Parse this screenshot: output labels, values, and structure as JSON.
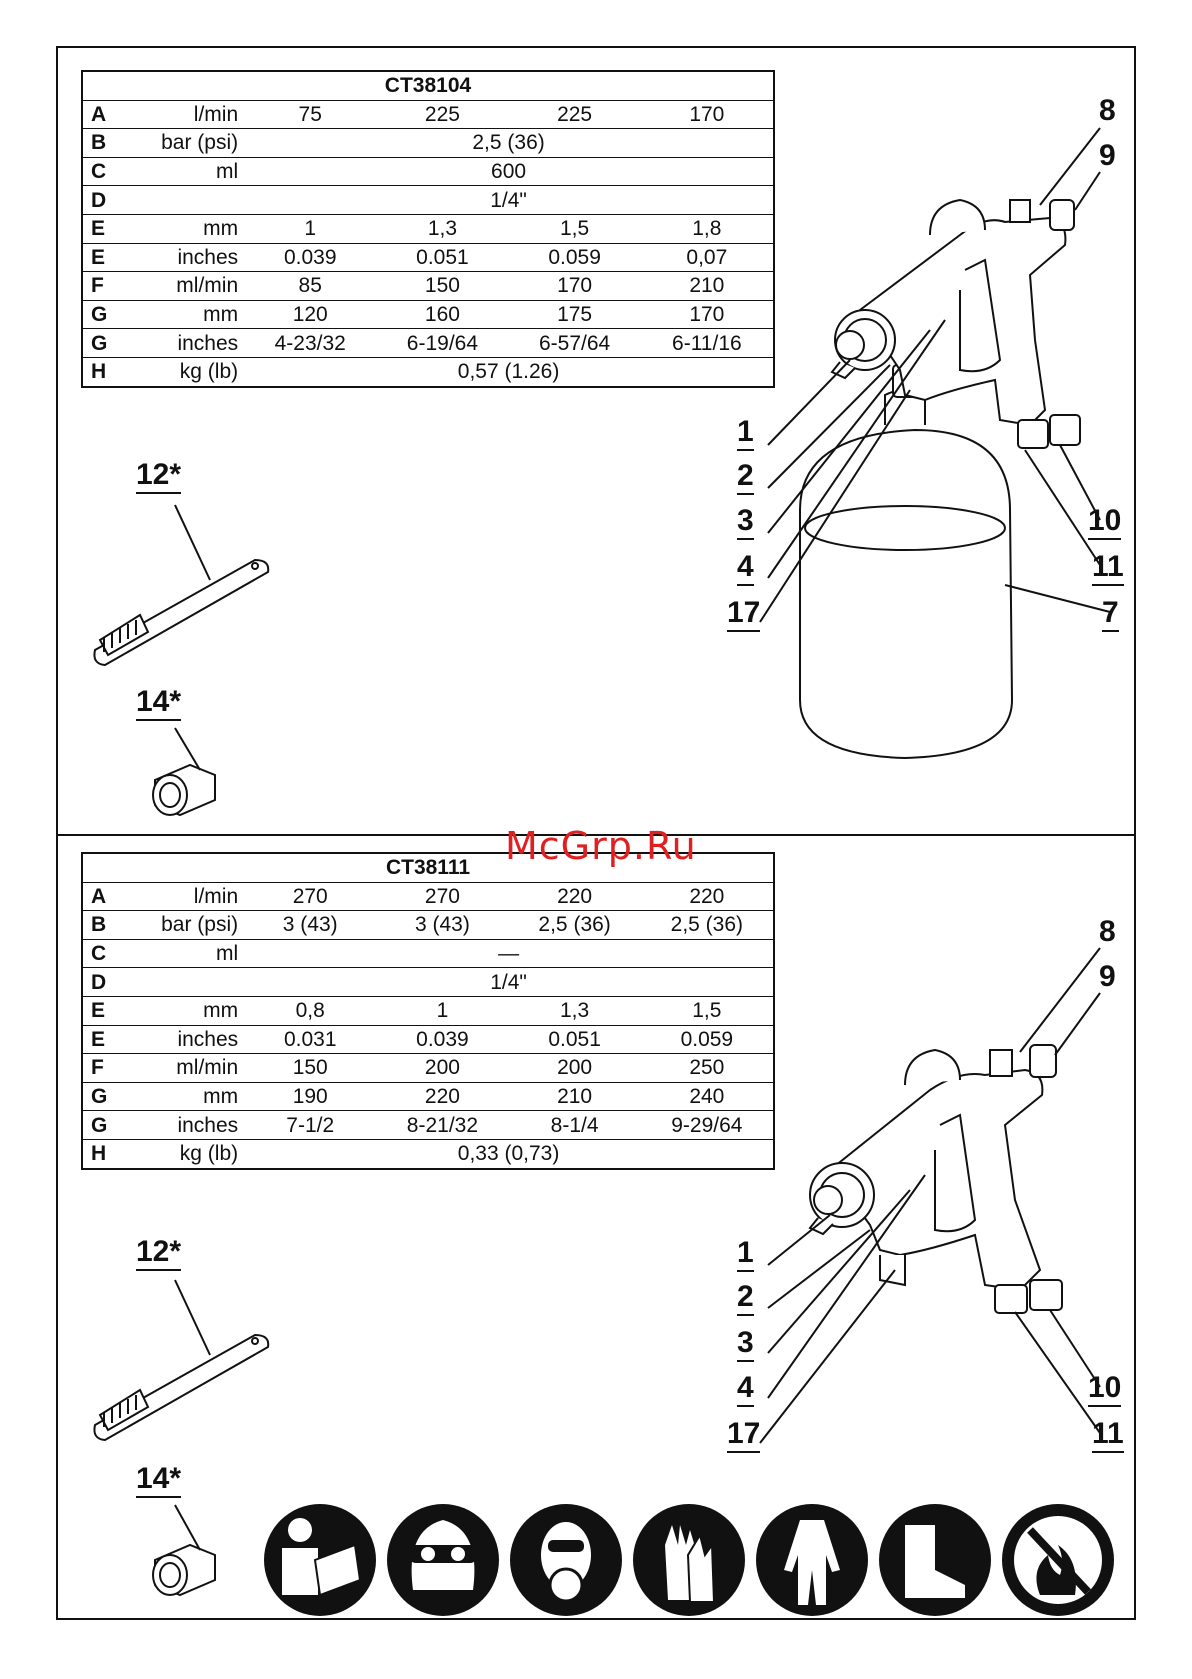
{
  "watermark": "McGrp.Ru",
  "tables": [
    {
      "model": "CT38104",
      "rows": [
        {
          "key": "A",
          "unit": "l/min",
          "values": [
            "75",
            "225",
            "225",
            "170"
          ]
        },
        {
          "key": "B",
          "unit": "bar (psi)",
          "span": "2,5 (36)"
        },
        {
          "key": "C",
          "unit": "ml",
          "span": "600"
        },
        {
          "key": "D",
          "unit": "",
          "span": "1/4\""
        },
        {
          "key": "E",
          "unit": "mm",
          "values": [
            "1",
            "1,3",
            "1,5",
            "1,8"
          ]
        },
        {
          "key": "E",
          "unit": "inches",
          "values": [
            "0.039",
            "0.051",
            "0.059",
            "0,07"
          ]
        },
        {
          "key": "F",
          "unit": "ml/min",
          "values": [
            "85",
            "150",
            "170",
            "210"
          ]
        },
        {
          "key": "G",
          "unit": "mm",
          "values": [
            "120",
            "160",
            "175",
            "170"
          ]
        },
        {
          "key": "G",
          "unit": "inches",
          "values": [
            "4-23/32",
            "6-19/64",
            "6-57/64",
            "6-11/16"
          ]
        },
        {
          "key": "H",
          "unit": "kg (lb)",
          "span": "0,57 (1.26)"
        }
      ]
    },
    {
      "model": "CT38111",
      "rows": [
        {
          "key": "A",
          "unit": "l/min",
          "values": [
            "270",
            "270",
            "220",
            "220"
          ]
        },
        {
          "key": "B",
          "unit": "bar (psi)",
          "values": [
            "3 (43)",
            "3 (43)",
            "2,5 (36)",
            "2,5 (36)"
          ]
        },
        {
          "key": "C",
          "unit": "ml",
          "span": "—"
        },
        {
          "key": "D",
          "unit": "",
          "span": "1/4\""
        },
        {
          "key": "E",
          "unit": "mm",
          "values": [
            "0,8",
            "1",
            "1,3",
            "1,5"
          ]
        },
        {
          "key": "E",
          "unit": "inches",
          "values": [
            "0.031",
            "0.039",
            "0.051",
            "0.059"
          ]
        },
        {
          "key": "F",
          "unit": "ml/min",
          "values": [
            "150",
            "200",
            "200",
            "250"
          ]
        },
        {
          "key": "G",
          "unit": "mm",
          "values": [
            "190",
            "220",
            "210",
            "240"
          ]
        },
        {
          "key": "G",
          "unit": "inches",
          "values": [
            "7-1/2",
            "8-21/32",
            "8-1/4",
            "9-29/64"
          ]
        },
        {
          "key": "H",
          "unit": "kg (lb)",
          "span": "0,33 (0,73)"
        }
      ]
    }
  ],
  "callouts_top": {
    "c8": "8",
    "c9": "9",
    "c1": "1",
    "c2": "2",
    "c3": "3",
    "c4": "4",
    "c17": "17",
    "c10": "10",
    "c11": "11",
    "c7": "7",
    "c12": "12*",
    "c14": "14*"
  },
  "callouts_bottom": {
    "c8": "8",
    "c9": "9",
    "c1": "1",
    "c2": "2",
    "c3": "3",
    "c4": "4",
    "c17": "17",
    "c10": "10",
    "c11": "11",
    "c12": "12*",
    "c14": "14*"
  },
  "safety_icons": [
    "read-manual-icon",
    "eye-protection-icon",
    "respirator-icon",
    "gloves-icon",
    "coverall-icon",
    "safety-boots-icon",
    "no-open-flame-icon"
  ]
}
